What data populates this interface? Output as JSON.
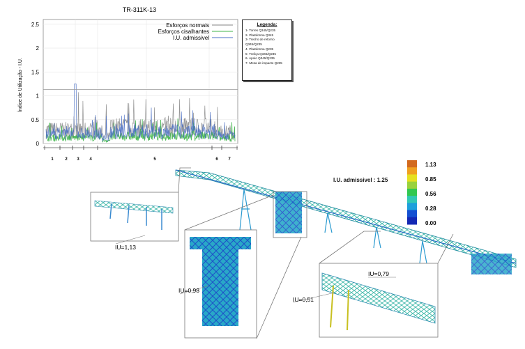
{
  "chart_data": {
    "type": "line",
    "title": "TR-311K-13",
    "ylabel": "Índice de Utilização - I.U.",
    "ylim": [
      0,
      2.6
    ],
    "yticks": [
      "0",
      "0.5",
      "1",
      "1.5",
      "2",
      "2.5"
    ],
    "threshold": 1.13,
    "series": [
      {
        "name": "Esforços normais",
        "color": "#8a8a8a"
      },
      {
        "name": "Esforços cisalhantes",
        "color": "#3fb54a"
      },
      {
        "name": "I.U. admissivel",
        "color": "#4a6fc4"
      }
    ],
    "segments": [
      "1",
      "2",
      "3",
      "4",
      "5",
      "6",
      "7"
    ]
  },
  "legend_box": {
    "title": "Legenda:",
    "items": [
      "1- Torres Q345/Q235",
      "2- Plataforma Q345",
      "3- Trecho de retorno Q345/Q235",
      "4- Plataforma Q235",
      "5- Treliça Q345/Q235",
      "6- Apoio Q345/Q235",
      "7- Mesa de impacto Q235"
    ]
  },
  "color_scale": {
    "title": "I.U. admissivel : 1.25",
    "labels": [
      "1.13",
      "0.85",
      "0.56",
      "0.28",
      "0.00"
    ],
    "colors": [
      "#d2691e",
      "#f0a020",
      "#e6e020",
      "#9ad23c",
      "#32c850",
      "#32c8b4",
      "#1ea0dc",
      "#1450d2",
      "#1428b4"
    ]
  },
  "annotations": [
    "IU=1,13",
    "IU=0,98",
    "IU=0,79",
    "IU=0,51"
  ]
}
